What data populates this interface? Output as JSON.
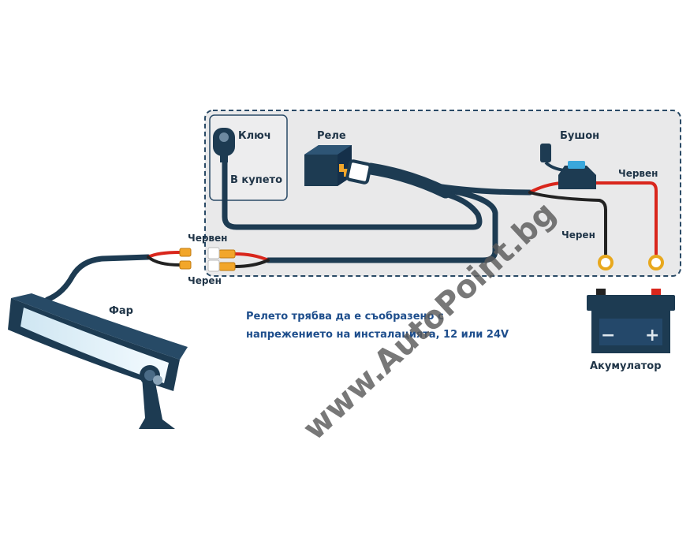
{
  "labels": {
    "key": "Ключ",
    "cabin": "В купето",
    "relay": "Реле",
    "fuse": "Бушон",
    "red_left": "Червен",
    "black_left": "Черен",
    "red_right": "Червен",
    "black_right": "Черен",
    "lamp": "Фар",
    "battery": "Акумулатор"
  },
  "note": {
    "line1": "Релето трябва да е съобразено с",
    "line2": "напрежението на инсталацията, 12 или 24V"
  },
  "watermark": "www.AutoPoint.bg",
  "colors": {
    "wire": "#1d3b52",
    "red": "#d9261c",
    "black": "#222222",
    "connector": "#f2a62a",
    "ring": "#e8a81e",
    "panel": "#e9e9ea",
    "panel_border": "#2a4a66",
    "note": "#1e4e8c"
  }
}
